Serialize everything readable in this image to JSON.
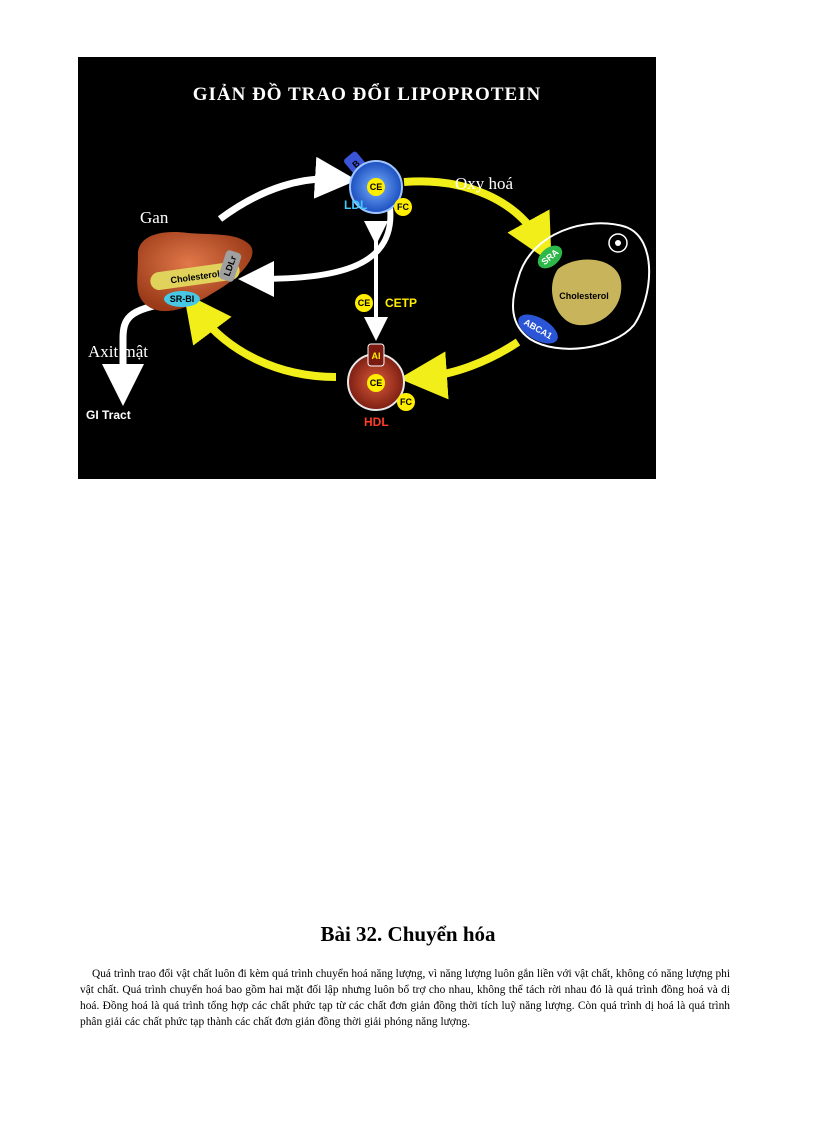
{
  "figure": {
    "title": "GIẢN ĐỒ TRAO ĐỔI LIPOPROTEIN",
    "labels": {
      "gan": "Gan",
      "axit_mat": "Axit mật",
      "gi_tract": "GI Tract",
      "oxy_hoa": "Oxy hoá",
      "ldl": "LDL",
      "hdl": "HDL",
      "ce": "CE",
      "fc": "FC",
      "cetp": "CETP",
      "cholesterol": "Cholesterol",
      "ldlr": "LDLr",
      "sr_bi": "SR-BI",
      "sra": "SRA",
      "abca1": "ABCA1",
      "b": "B",
      "ai": "AI"
    },
    "colors": {
      "background": "#000000",
      "arrow_yellow": "#f2ee1a",
      "arrow_white": "#ffffff",
      "liver": "#c95a2a",
      "ldl_blue": "#2f6bd8",
      "hdl_red": "#a8321f",
      "fc_yellow": "#ffee00"
    }
  },
  "lesson": {
    "title": "Bài 32. Chuyển hóa",
    "paragraph": "Quá trình trao đổi vật chất luôn đi kèm  quá trình chuyển hoá năng lượng, vì năng lượng luôn gắn liền với vật chất, không có năng lượng phi vật chất. Quá trình chuyển hoá bao gồm hai mặt đối lập nhưng luôn bổ trợ cho nhau, không thể tách rời nhau đó là quá trình đồng hoá và dị hoá. Đồng hoá là quá trình tổng hợp các chất phức tạp từ các chất đơn giản đồng thời tích luỹ năng lượng. Còn quá trình dị hoá là quá trình phân giải các chất phức tạp thành các chất đơn giản đồng thời giải phóng năng lượng."
  }
}
